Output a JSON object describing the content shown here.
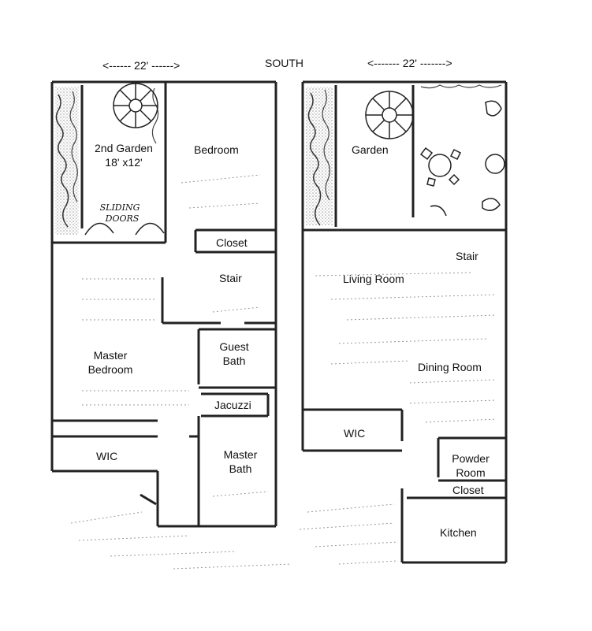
{
  "header": {
    "compass": "SOUTH",
    "left_width": "<------ 22' ------>",
    "right_width": "<------- 22' ------->"
  },
  "upper_floor": {
    "garden": {
      "name": "2nd Garden",
      "size": "18' x12'"
    },
    "sliding_doors": [
      "SLIDING",
      "DOORS"
    ],
    "bedroom": "Bedroom",
    "closet": "Closet",
    "stair": "Stair",
    "master_bedroom": [
      "Master",
      "Bedroom"
    ],
    "guest_bath": [
      "Guest",
      "Bath"
    ],
    "jacuzzi": "Jacuzzi",
    "wic": "WIC",
    "master_bath": [
      "Master",
      "Bath"
    ]
  },
  "lower_floor": {
    "garden": "Garden",
    "stair": "Stair",
    "living_room": "Living Room",
    "dining_room": "Dining Room",
    "wic": "WIC",
    "powder_room": [
      "Powder",
      "Room"
    ],
    "closet": "Closet",
    "kitchen": "Kitchen"
  }
}
